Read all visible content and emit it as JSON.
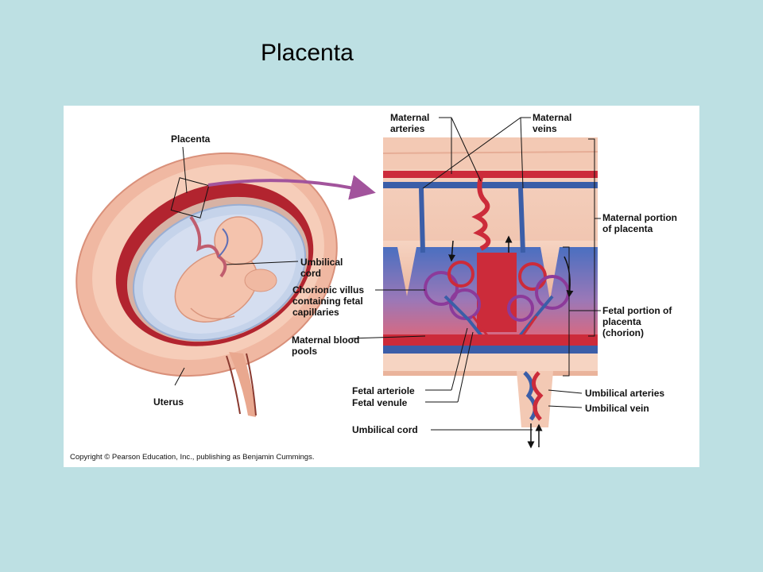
{
  "slide": {
    "title": "Placenta"
  },
  "figure": {
    "labels": {
      "placenta": "Placenta",
      "umbilical_cord_left": "Umbilical\ncord",
      "uterus": "Uterus",
      "maternal_arteries": "Maternal\narteries",
      "maternal_veins": "Maternal\nveins",
      "maternal_portion": "Maternal portion\nof placenta",
      "chorionic_villus": "Chorionic villus\ncontaining fetal\ncapillaries",
      "maternal_blood_pools": "Maternal blood\npools",
      "fetal_portion": "Fetal portion of\nplacenta\n(chorion)",
      "fetal_arteriole": "Fetal arteriole",
      "fetal_venule": "Fetal venule",
      "umbilical_arteries": "Umbilical arteries",
      "umbilical_vein": "Umbilical vein",
      "umbilical_cord_bottom": "Umbilical cord"
    },
    "copyright": "Copyright © Pearson Education, Inc., publishing as Benjamin Cummings."
  },
  "colors": {
    "background": "#bde0e3",
    "artery_red": "#cc2b3a",
    "vein_blue": "#3b5ea8",
    "tissue_pink": "#f2b9a4",
    "amniotic_blue": "#c5d3ea",
    "arrow_purple": "#a2549c"
  }
}
